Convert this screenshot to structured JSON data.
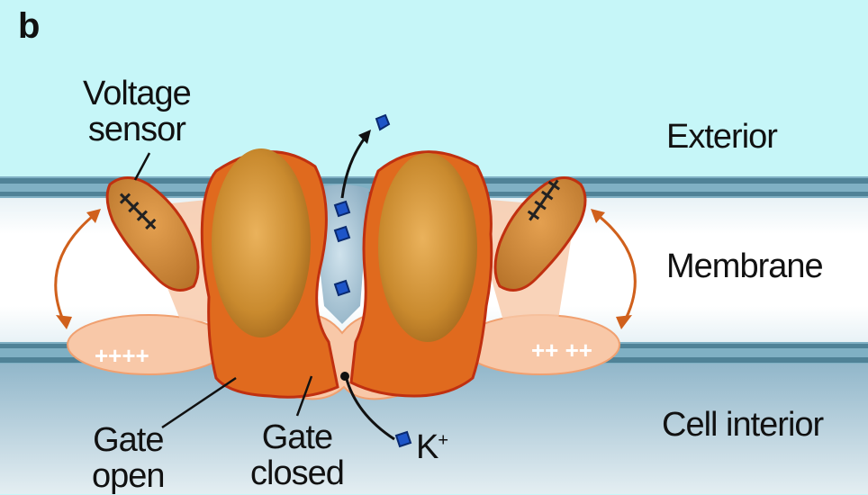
{
  "panel_letter": "b",
  "labels": {
    "voltage_sensor": [
      "Voltage",
      "sensor"
    ],
    "exterior": "Exterior",
    "membrane": "Membrane",
    "cell_interior": "Cell interior",
    "gate_open": [
      "Gate",
      "open"
    ],
    "gate_closed": [
      "Gate",
      "closed"
    ],
    "ion": "K",
    "ion_charge": "+"
  },
  "charges": {
    "left_lower": "++++",
    "right_lower": "++ ++",
    "left_sensor": "++++",
    "right_sensor": "++++"
  },
  "colors": {
    "background": "#c6f6f8",
    "membrane_band": "#ffffff",
    "membrane_border": "#5d8ea3",
    "interior": "#a9c6d6",
    "protein_outer": "#e06a1e",
    "protein_inner": "#c98a2e",
    "protein_edge": "#c03010",
    "resting_shape": "#f8c8a8",
    "ion": "#1e55c8"
  }
}
